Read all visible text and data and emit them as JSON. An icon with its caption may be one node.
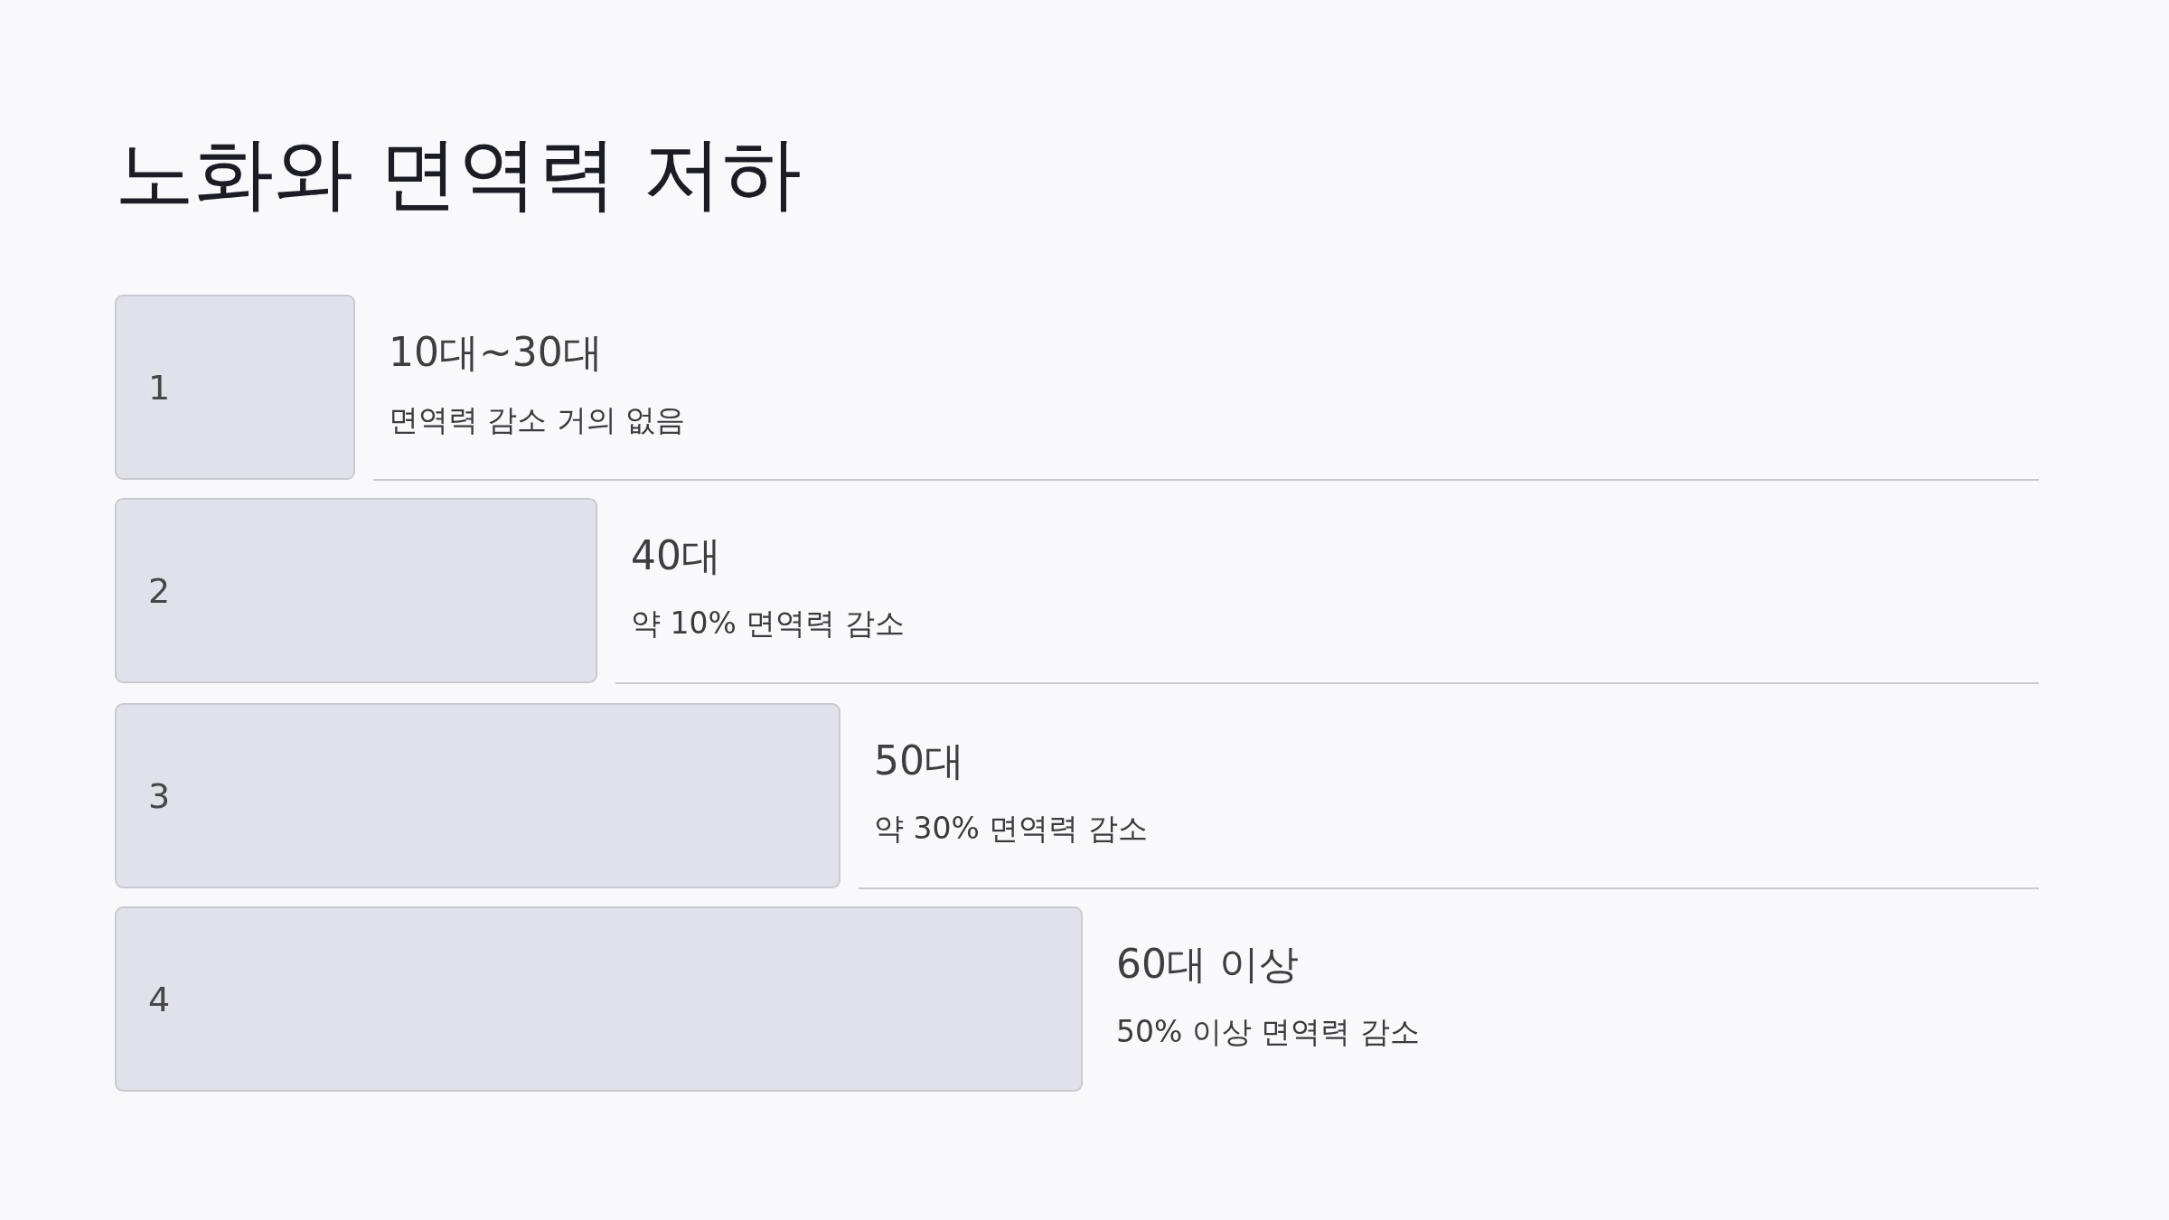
{
  "diagram": {
    "title": "노화와 면역력 저하",
    "nodes": [
      {
        "text": [
          "1"
        ],
        "beside": [
          "10대~30대",
          "면역력 감소 거의 없음"
        ]
      },
      {
        "text": [
          "2"
        ],
        "beside": [
          "40대",
          "약 10% 면역력 감소"
        ]
      },
      {
        "text": [
          "3"
        ],
        "beside": [
          "50대",
          "약 30% 면역력 감소"
        ]
      },
      {
        "text": [
          "4"
        ],
        "beside": [
          "60대 이상",
          "50% 이상 면역력 감소"
        ]
      }
    ]
  }
}
